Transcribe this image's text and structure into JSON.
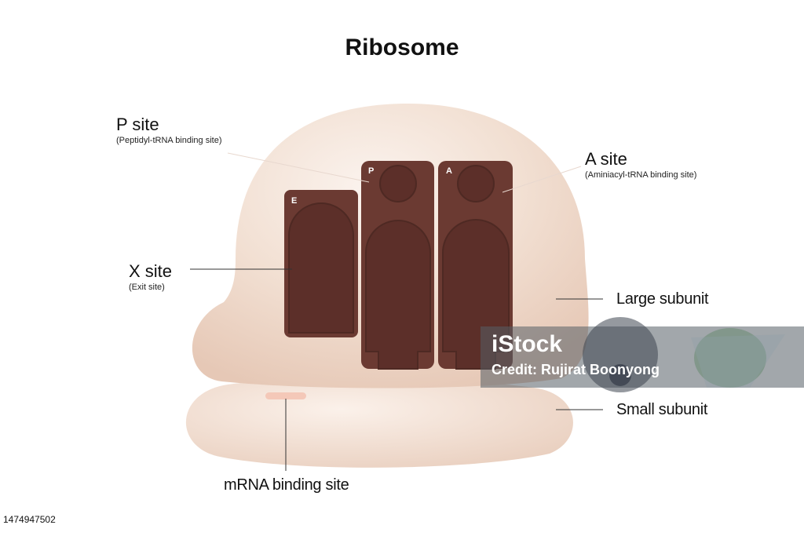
{
  "title": "Ribosome",
  "labels": {
    "p_site": {
      "name": "P site",
      "detail": "(Peptidyl-tRNA binding site)"
    },
    "a_site": {
      "name": "A site",
      "detail": "(Aminiacyl-tRNA binding site)"
    },
    "x_site": {
      "name": "X site",
      "detail": "(Exit site)"
    },
    "large_subunit": "Large subunit",
    "small_subunit": "Small subunit",
    "mrna_site": "mRNA binding site"
  },
  "sites": {
    "e": "E",
    "p": "P",
    "a": "A"
  },
  "watermark": {
    "logo": "iStock",
    "credit": "Credit: Rujirat Boonyong"
  },
  "stock_id": "1474947502",
  "colors": {
    "ribosome_body": "#efd8c8",
    "site_fill": "#6b3a32",
    "site_dark": "#4e2923",
    "mrna_pad": "#f4c8b8"
  }
}
